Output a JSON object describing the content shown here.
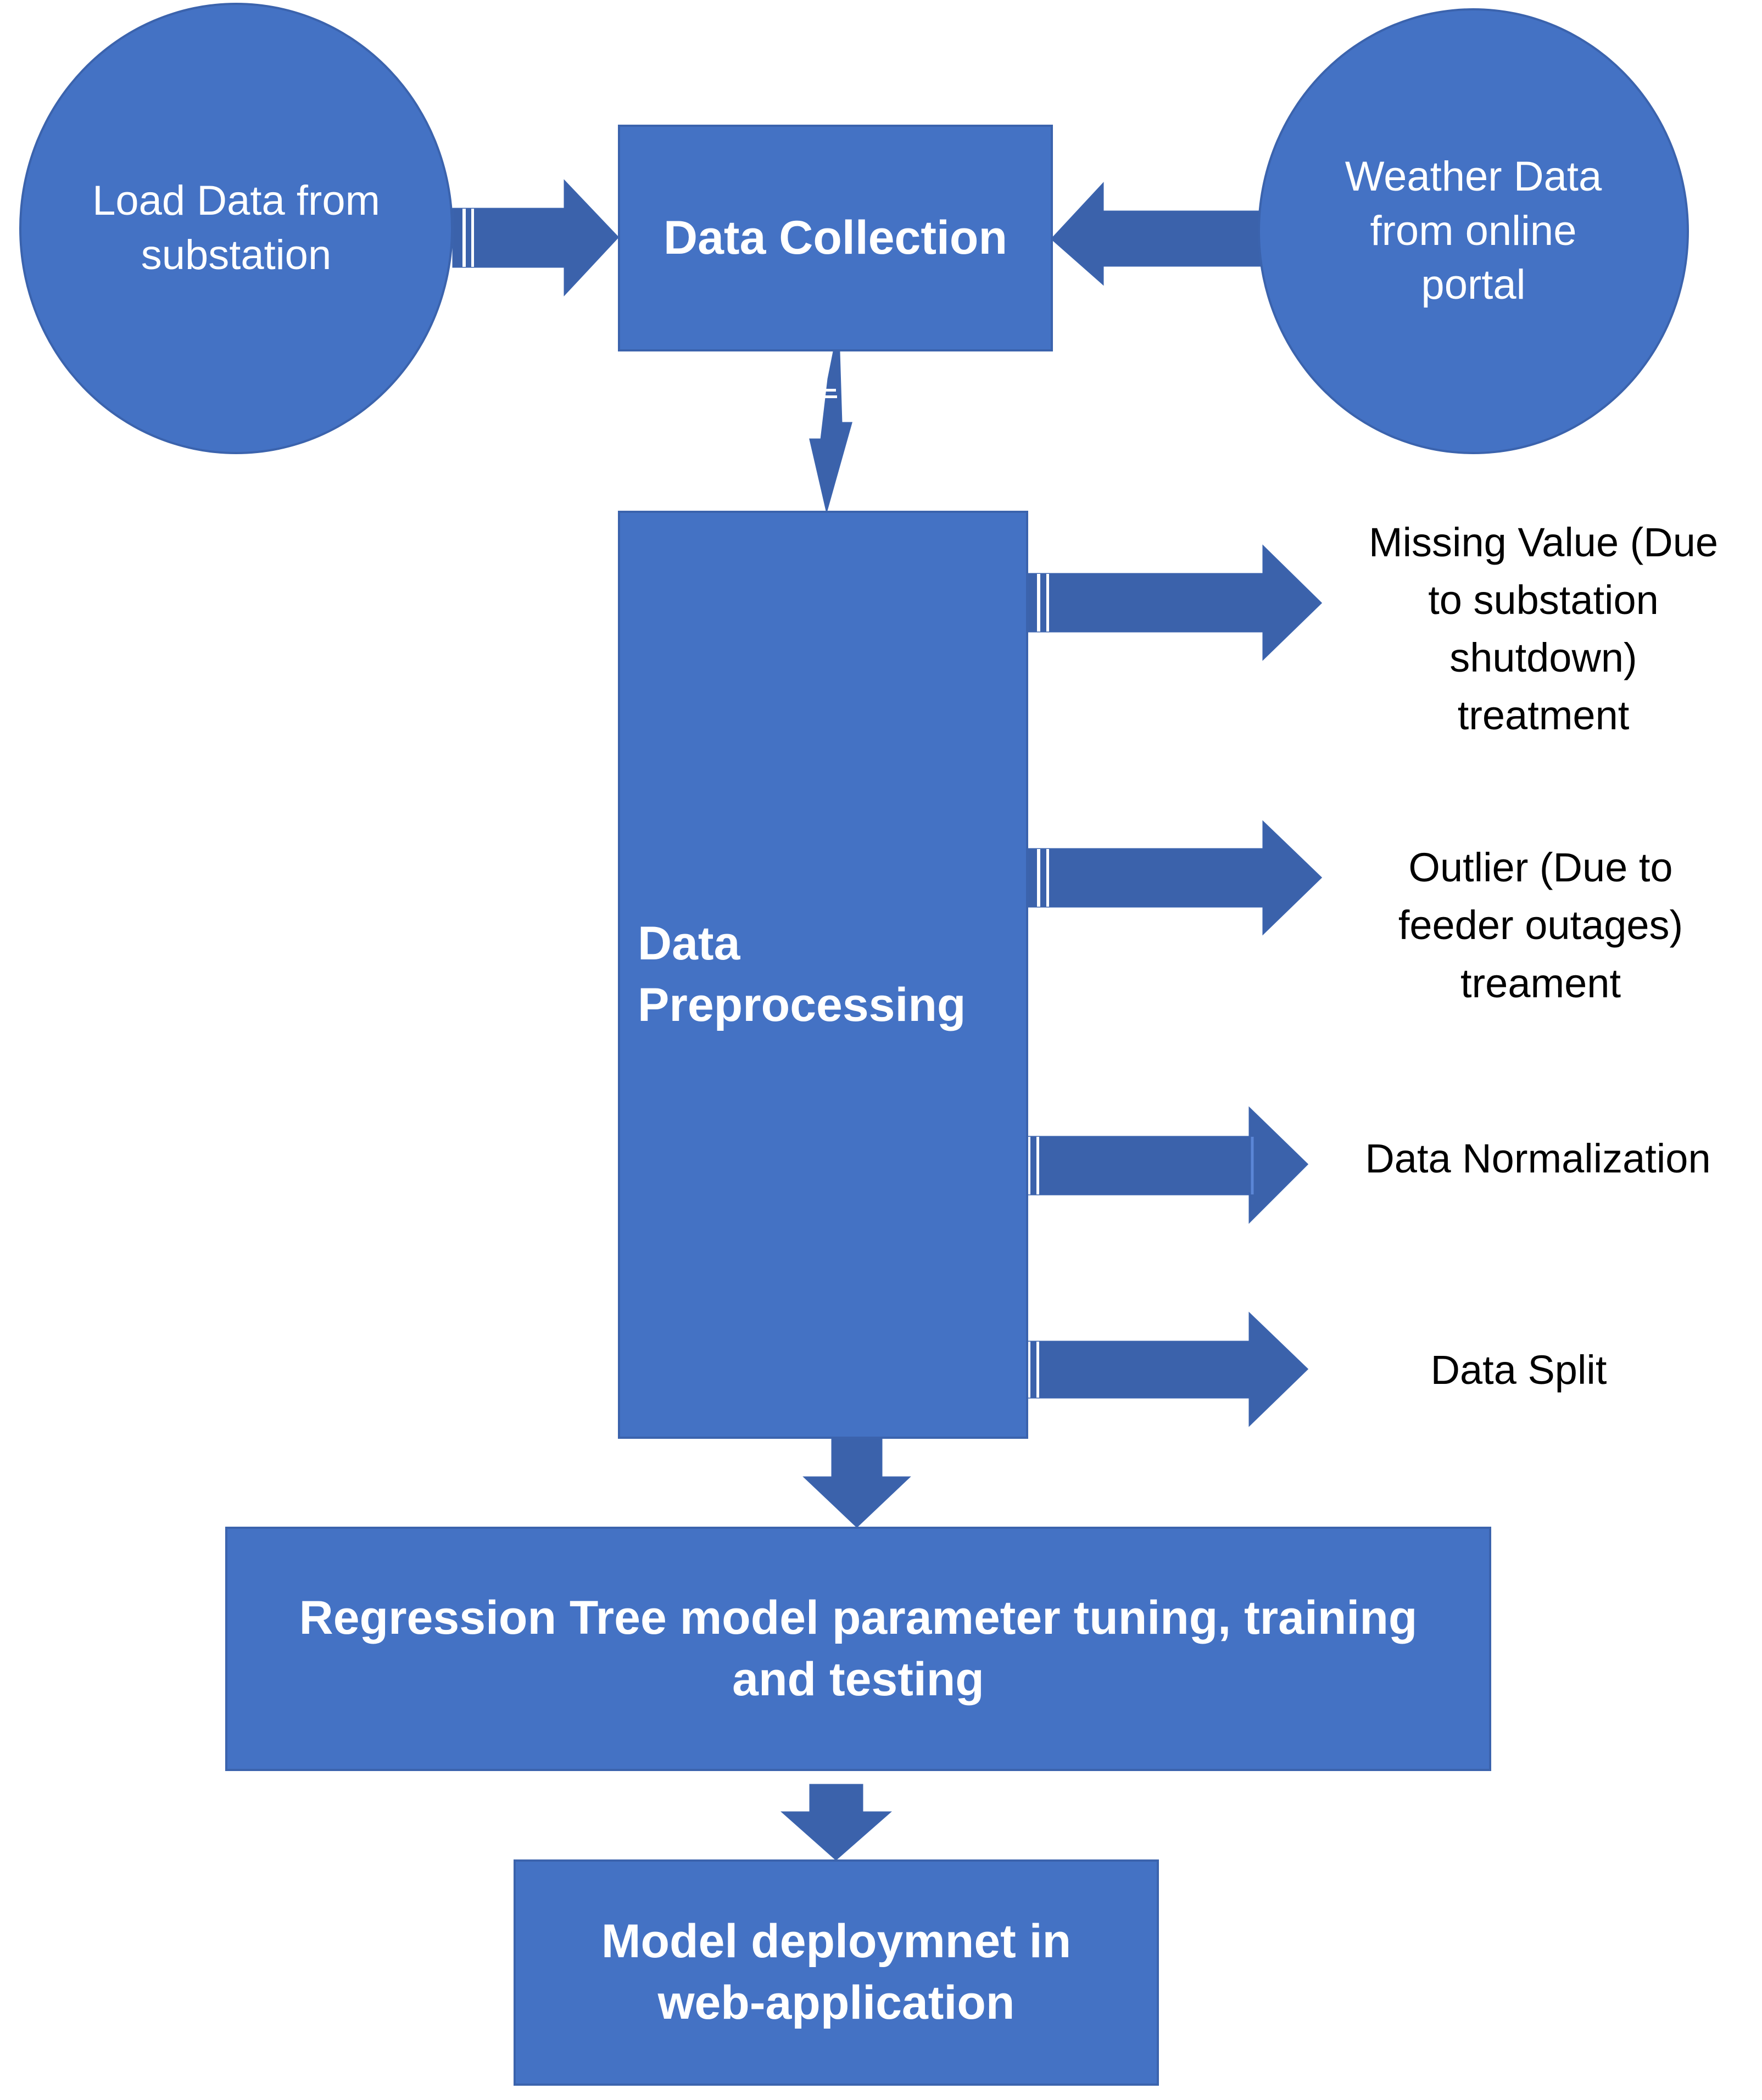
{
  "colors": {
    "node_fill": "#4472c4",
    "node_border": "#3b63ad",
    "arrow_fill": "#3b62ab",
    "arrow_stripe": "#ffffff",
    "node_text": "#ffffff",
    "label_text": "#000000"
  },
  "nodes": {
    "load_data": "Load Data from\nsubstation",
    "weather_data": "Weather Data\nfrom online\nportal",
    "data_collection": "Data Collection",
    "data_preprocessing": "Data\nPreprocessing",
    "regression_tree": "Regression Tree model parameter tuning, training\nand testing",
    "model_deployment": "Model deploymnet in\nweb-application"
  },
  "preprocessing_steps": {
    "missing_value": "Missing Value (Due\nto substation\nshutdown)\ntreatment",
    "outlier": "Outlier (Due to\nfeeder outages)\ntreament",
    "normalization": "Data Normalization",
    "split": "Data Split"
  }
}
